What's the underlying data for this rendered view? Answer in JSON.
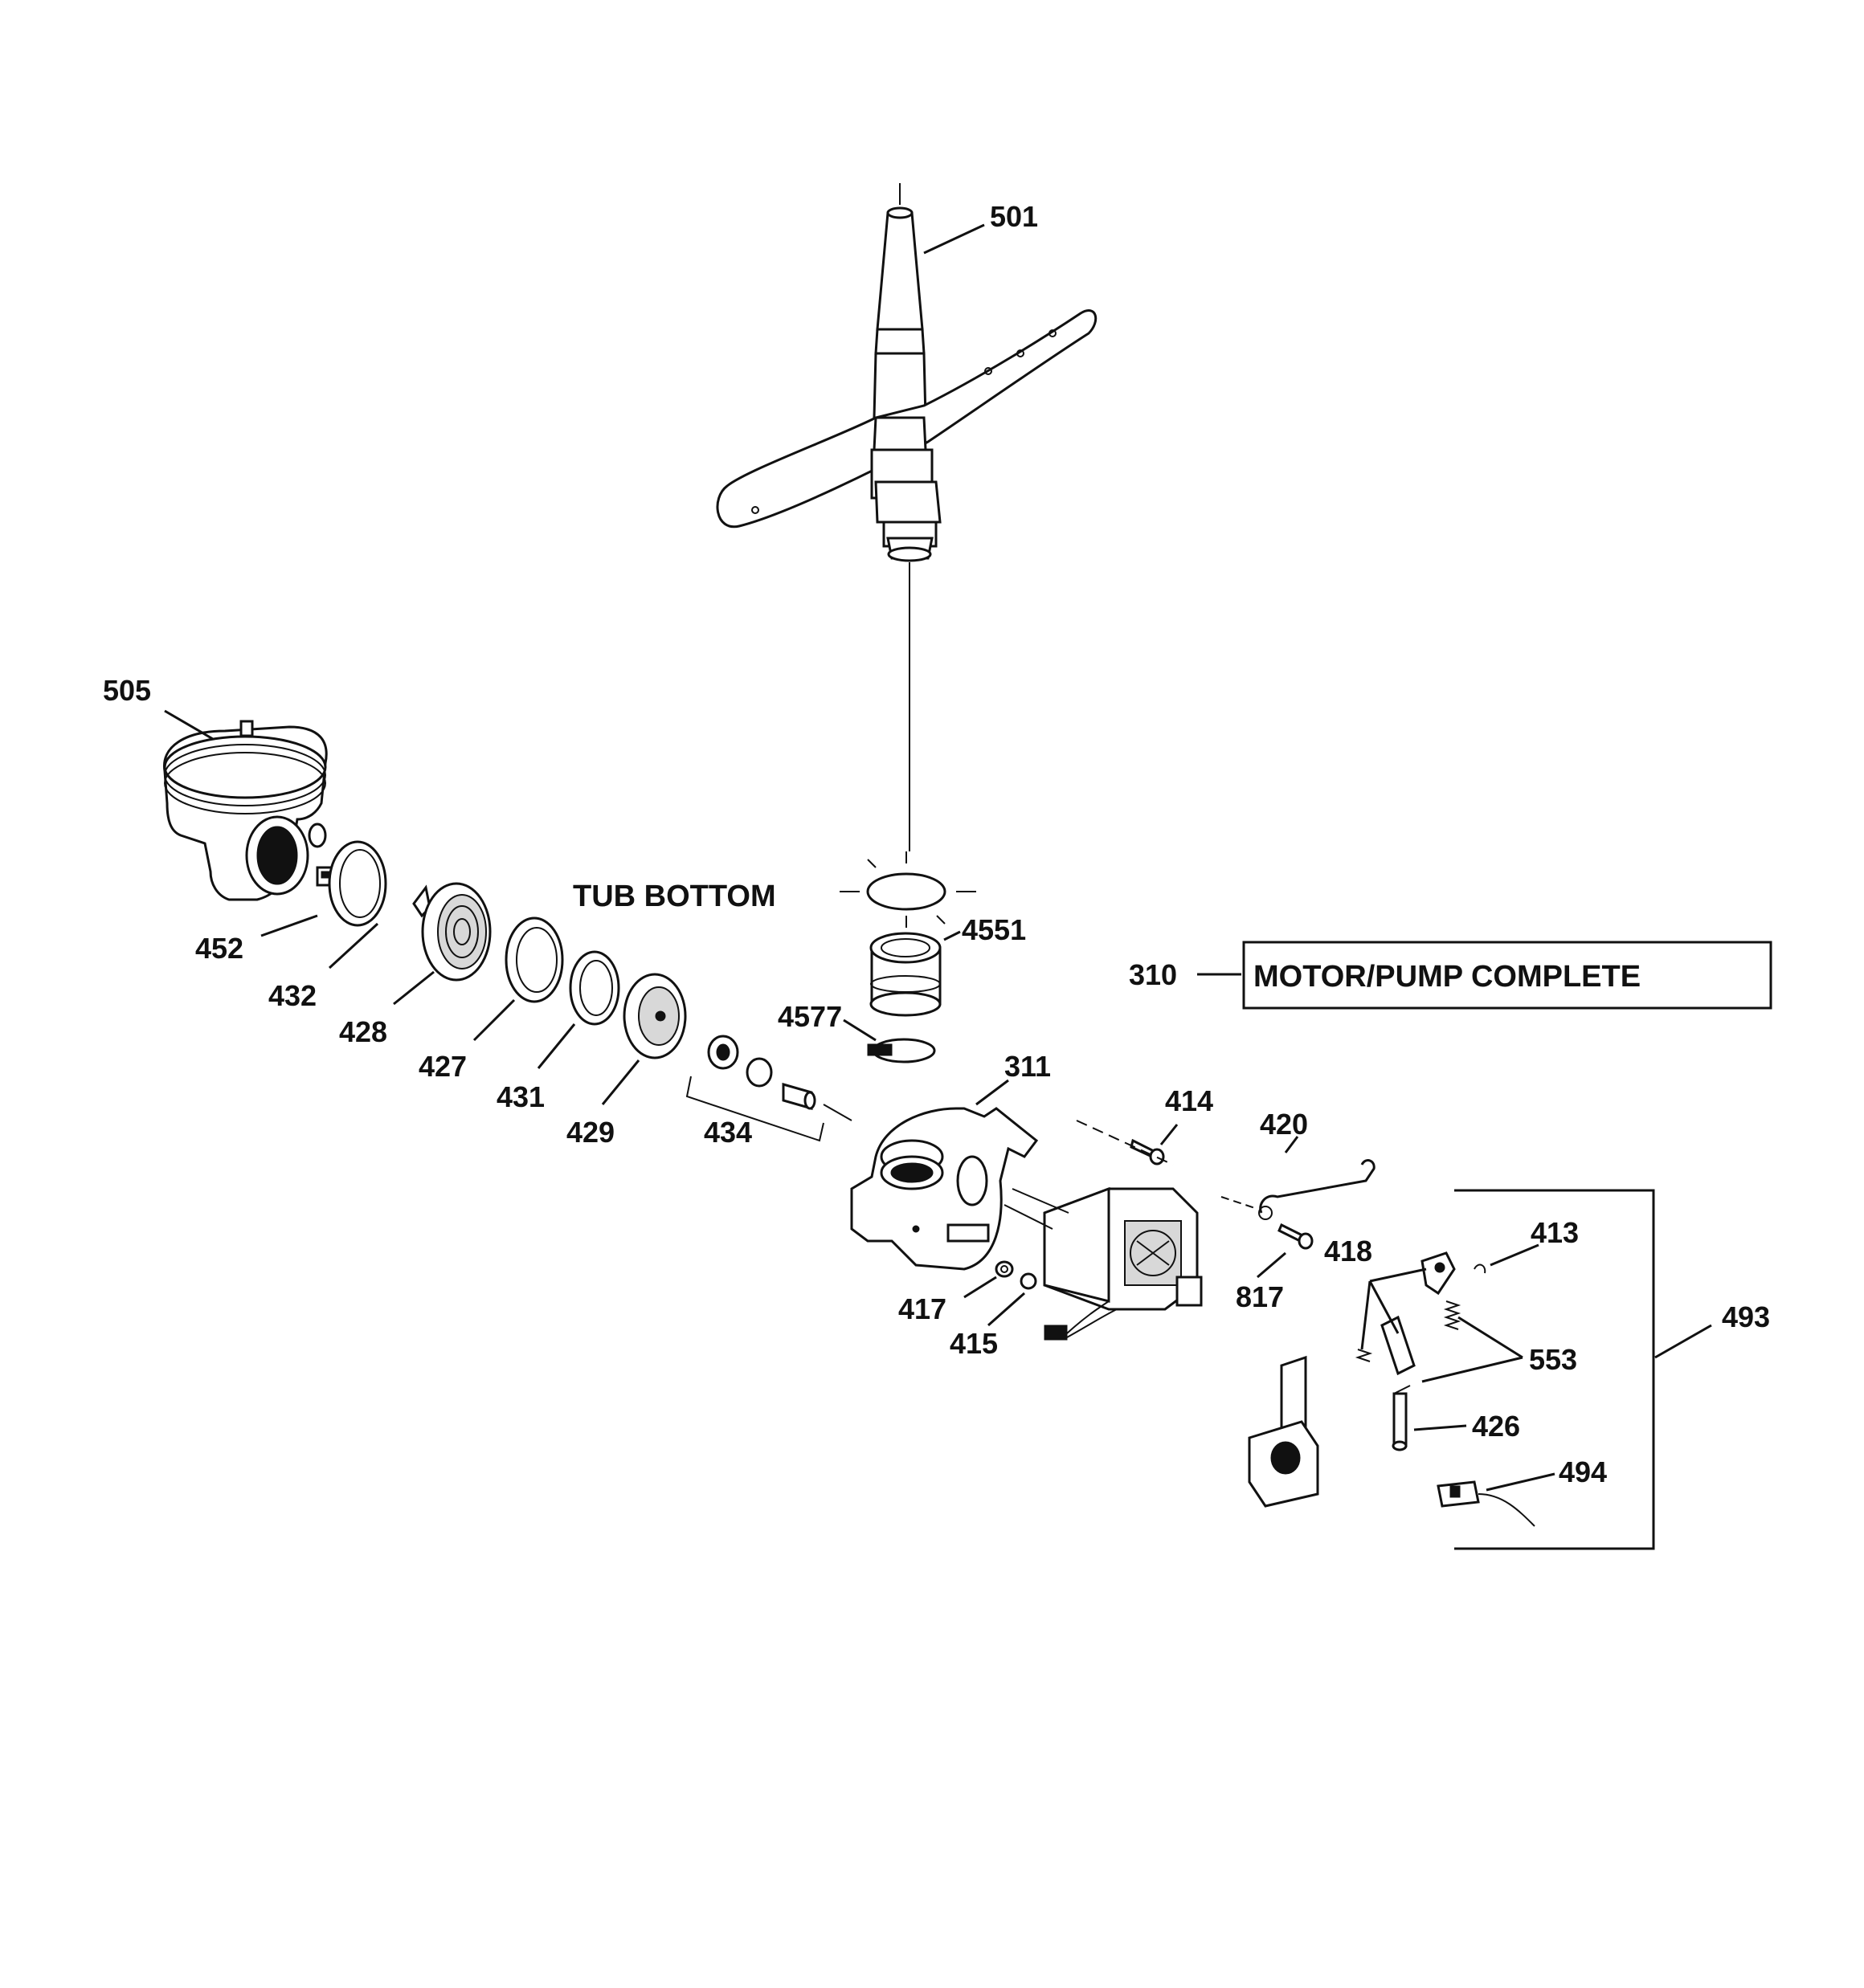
{
  "labels": {
    "tub_bottom": "TUB BOTTOM",
    "motor_pump_complete": "MOTOR/PUMP COMPLETE"
  },
  "parts": {
    "p501": "501",
    "p505": "505",
    "p452": "452",
    "p432": "432",
    "p428": "428",
    "p427": "427",
    "p431": "431",
    "p429": "429",
    "p434": "434",
    "p4551": "4551",
    "p4577": "4577",
    "p310": "310",
    "p311": "311",
    "p414": "414",
    "p420": "420",
    "p413": "413",
    "p418": "418",
    "p493": "493",
    "p817": "817",
    "p417": "417",
    "p415": "415",
    "p553": "553",
    "p426": "426",
    "p494": "494"
  }
}
